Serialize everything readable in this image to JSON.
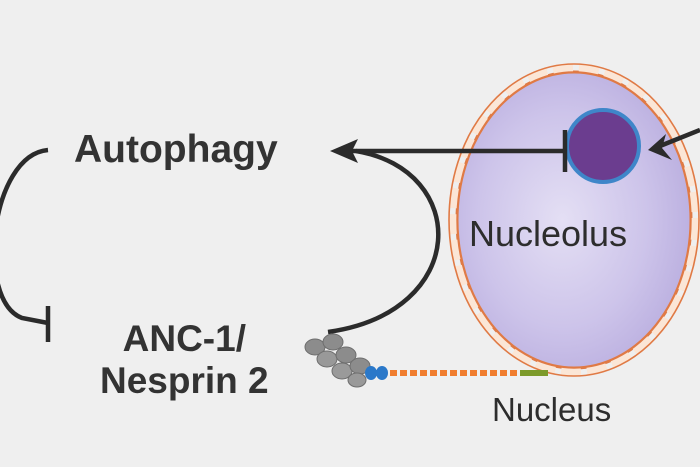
{
  "labels": {
    "autophagy": "Autophagy",
    "anc_line1": "ANC-1/",
    "anc_line2": "Nesprin 2",
    "nucleolus": "Nucleolus",
    "nucleus": "Nucleus"
  },
  "colors": {
    "background": "#efefef",
    "arrow": "#2b2b2b",
    "nucleus_fill": "#cfc8ea",
    "nucleus_border": "#e07a45",
    "envelope_segment": "#fbe6d6",
    "nucleolus_fill": "#6b3d8f",
    "nucleolus_ring": "#3f86c9",
    "protein_gray": "#8c8c8c",
    "protein_blue": "#2a78c9",
    "tether_orange": "#f07d2e",
    "tether_green": "#7c9a2a"
  }
}
